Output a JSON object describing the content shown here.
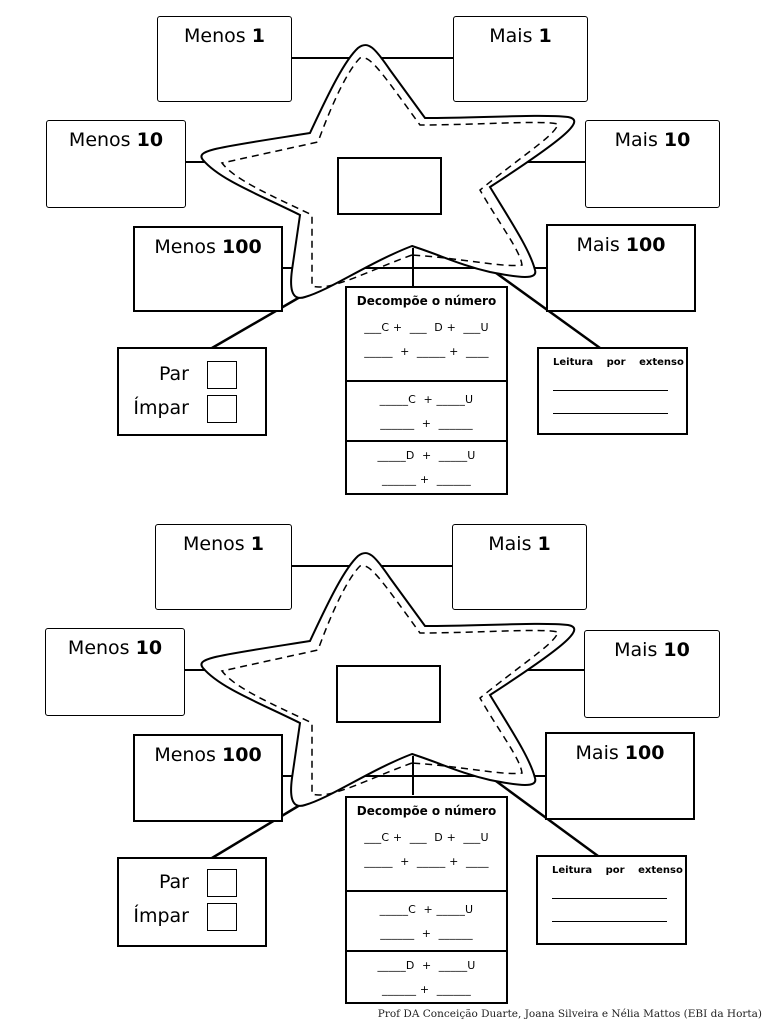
{
  "worksheets": [
    {
      "boxes": {
        "minus_1": {
          "word": "Menos",
          "num": "1"
        },
        "plus_1": {
          "word": "Mais",
          "num": "1"
        },
        "minus_10": {
          "word": "Menos",
          "num": "10"
        },
        "plus_10": {
          "word": "Mais",
          "num": "10"
        },
        "minus_100": {
          "word": "Menos",
          "num": "100"
        },
        "plus_100": {
          "word": "Mais",
          "num": "100"
        }
      },
      "parity": {
        "even": "Par",
        "odd": "Ímpar"
      },
      "decompose": {
        "title": "Decompõe o número",
        "lines": [
          "___C +  ___  D +  ___U",
          "_____  +  _____ +  ____",
          "_____C  + _____U",
          "______  +  ______",
          "_____D  +  _____U",
          "______ +  ______"
        ]
      },
      "reading": {
        "title": "Leitura por extenso"
      }
    },
    {
      "boxes": {
        "minus_1": {
          "word": "Menos",
          "num": "1"
        },
        "plus_1": {
          "word": "Mais",
          "num": "1"
        },
        "minus_10": {
          "word": "Menos",
          "num": "10"
        },
        "plus_10": {
          "word": "Mais",
          "num": "10"
        },
        "minus_100": {
          "word": "Menos",
          "num": "100"
        },
        "plus_100": {
          "word": "Mais",
          "num": "100"
        }
      },
      "parity": {
        "even": "Par",
        "odd": "Ímpar"
      },
      "decompose": {
        "title": "Decompõe o número",
        "lines": [
          "___C +  ___  D +  ___U",
          "_____  +  _____ +  ____",
          "_____C  + _____U",
          "______  +  ______",
          "_____D  +  _____U",
          "______ +  ______"
        ]
      },
      "reading": {
        "title": "Leitura por extenso"
      }
    }
  ],
  "footer": "Prof DA Conceição Duarte, Joana Silveira e Nélia Mattos (EBI da Horta)"
}
